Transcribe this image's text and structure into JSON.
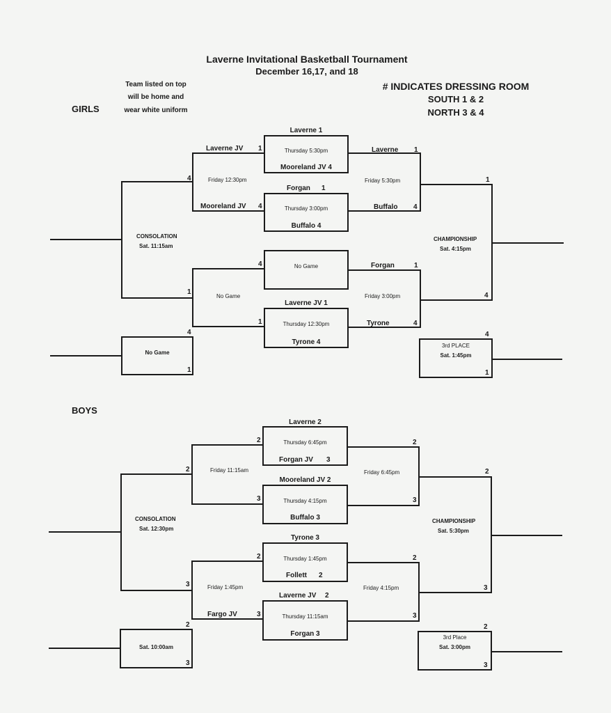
{
  "header": {
    "title": "Laverne Invitational Basketball Tournament",
    "dates": "December 16,17, and 18",
    "note_line1": "Team listed on top",
    "note_line2": "will be home and",
    "note_line3": "wear white uniform",
    "dressing_title": "# INDICATES DRESSING ROOM",
    "dressing_south": "SOUTH 1 & 2",
    "dressing_north": "NORTH 3 & 4"
  },
  "girls": {
    "label": "GIRLS",
    "g1": {
      "home": "Laverne 1",
      "time": "Thursday 5:30pm",
      "away": "Mooreland JV 4"
    },
    "g2": {
      "home": "Forgan",
      "home_room": "1",
      "time": "Thursday 3:00pm",
      "away": "Buffalo 4"
    },
    "g3": {
      "time": "No Game"
    },
    "g4": {
      "home": "Laverne JV 1",
      "time": "Thursday 12:30pm",
      "away": "Tyrone 4"
    },
    "w_left_top": {
      "team": "Laverne JV",
      "room": "1"
    },
    "w_left_bottom": {
      "team": "Mooreland JV",
      "room": "4"
    },
    "left_top_time": "Friday 12:30pm",
    "left_bottom_time": "No Game",
    "right_top": {
      "team": "Laverne",
      "room": "1",
      "time": "Friday 5:30pm",
      "team2": "Buffalo",
      "room2": "4"
    },
    "right_bottom": {
      "team": "Forgan",
      "room": "1",
      "time": "Friday 3:00pm",
      "team2": "Tyrone",
      "room2": "4"
    },
    "consolation": {
      "label": "CONSOLATION",
      "time": "Sat. 11:15am"
    },
    "championship": {
      "label": "CHAMPIONSHIP",
      "time": "Sat. 4:15pm"
    },
    "low_left": {
      "time": "No Game"
    },
    "third": {
      "label": "3rd PLACE",
      "time": "Sat. 1:45pm"
    },
    "rooms": {
      "r4": "4",
      "r1": "1"
    }
  },
  "boys": {
    "label": "BOYS",
    "g1": {
      "home": "Laverne  2",
      "time": "Thursday 6:45pm",
      "away": "Forgan  JV",
      "away_room": "3"
    },
    "g2": {
      "home": "Mooreland JV 2",
      "time": "Thursday 4:15pm",
      "away": "Buffalo  3"
    },
    "g3": {
      "home": "Tyrone  3",
      "time": "Thursday 1:45pm",
      "away": "Follett",
      "away_room": "2"
    },
    "g4": {
      "home": "Laverne JV",
      "home_room": "2",
      "time": "Thursday 11:15am",
      "away": "Forgan  3"
    },
    "left_top_time": "Friday 11:15am",
    "left_bottom_time": "Friday 1:45pm",
    "left_bottom_team": "Fargo  JV",
    "right_top_time": "Friday 6:45pm",
    "right_bottom_time": "Friday 4:15pm",
    "consolation": {
      "label": "CONSOLATION",
      "time": "Sat. 12:30pm"
    },
    "championship": {
      "label": "CHAMPIONSHIP",
      "time": "Sat. 5:30pm"
    },
    "low_left": {
      "time": "Sat. 10:00am"
    },
    "third": {
      "label": "3rd Place",
      "time": "Sat. 3:00pm"
    },
    "rooms": {
      "r2": "2",
      "r3": "3"
    }
  }
}
